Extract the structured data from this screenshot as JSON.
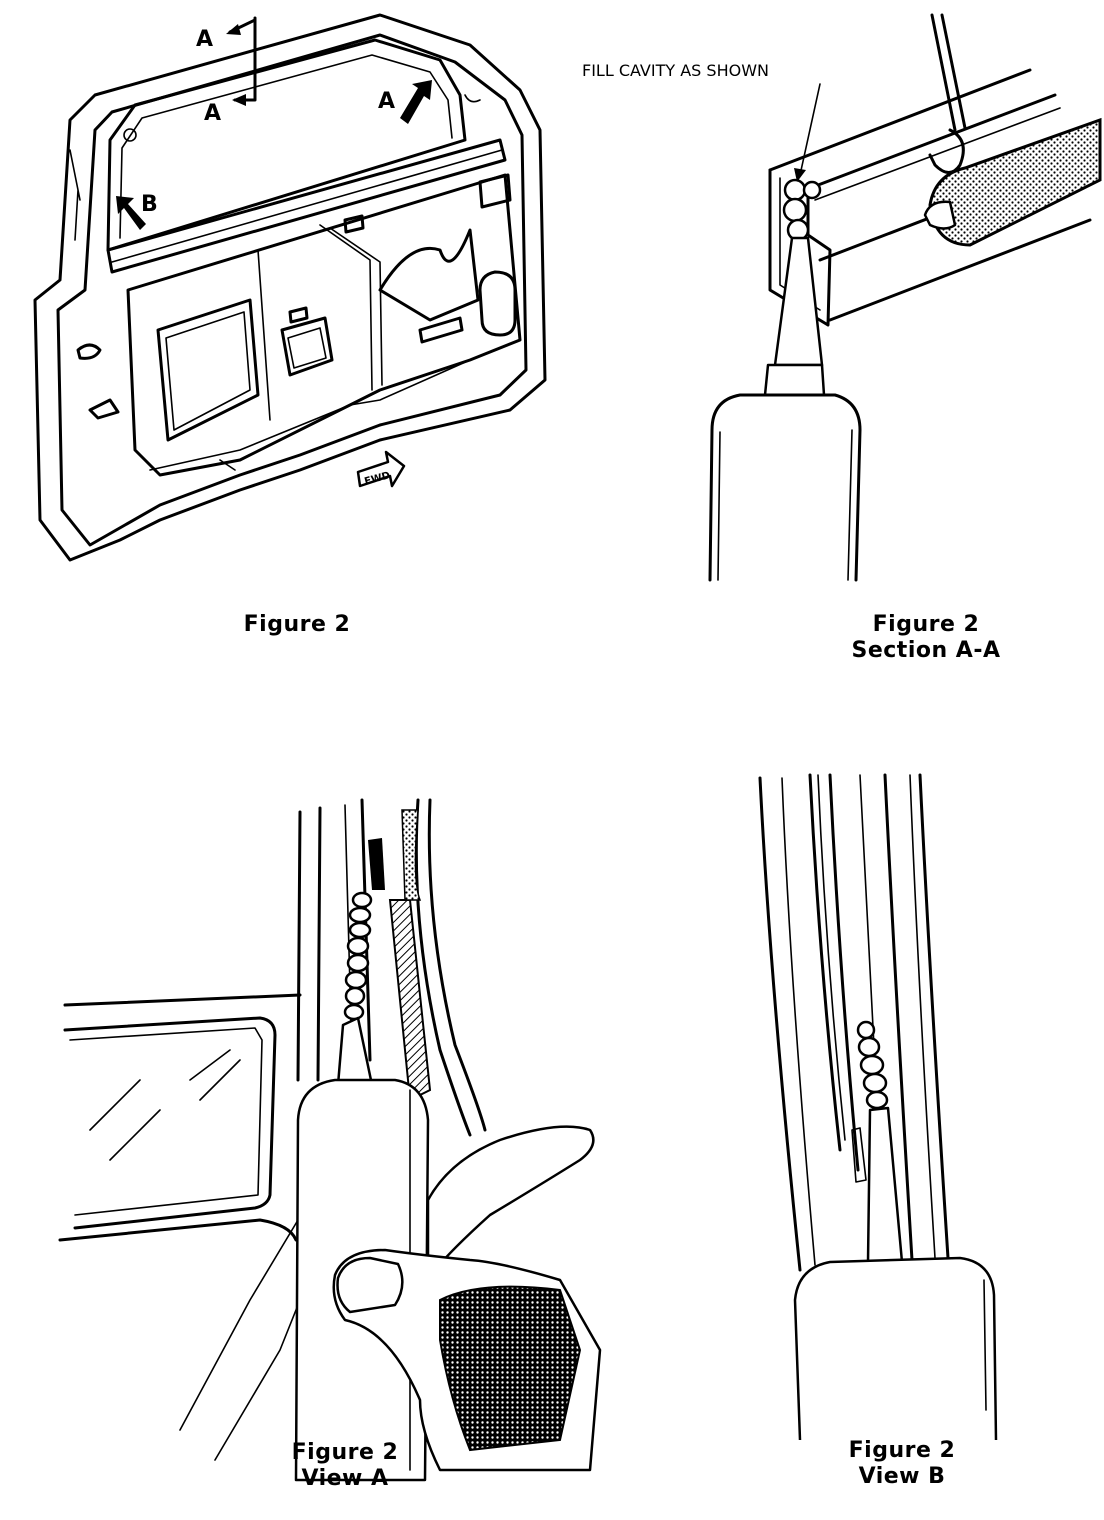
{
  "figure_main": {
    "caption": "Figure 2",
    "labels": {
      "a1": "A",
      "a2": "A",
      "a3": "A",
      "b": "B",
      "fwd": "FWD"
    }
  },
  "section_aa": {
    "caption_line1": "Figure 2",
    "caption_line2": "Section A-A",
    "callout": "FILL CAVITY AS SHOWN"
  },
  "view_a": {
    "caption_line1": "Figure 2",
    "caption_line2": "View A"
  },
  "view_b": {
    "caption_line1": "Figure 2",
    "caption_line2": "View B"
  }
}
